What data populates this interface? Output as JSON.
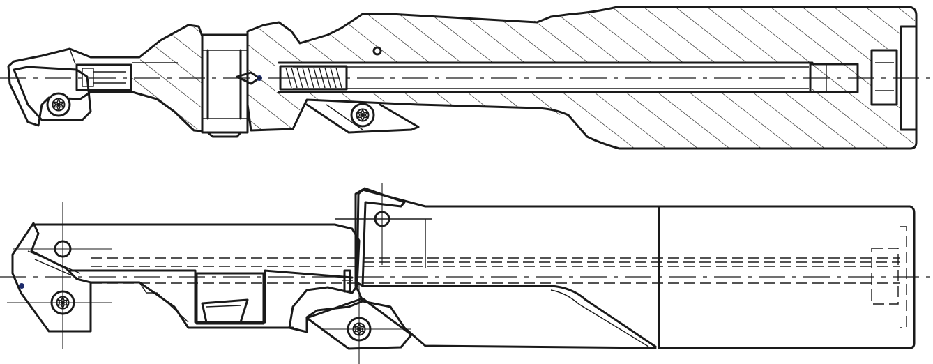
{
  "drawing": {
    "views": [
      {
        "id": "section-view",
        "kind": "longitudinal section"
      },
      {
        "id": "plan-view",
        "kind": "outside view"
      }
    ],
    "colors": {
      "line": "#1a1a1a",
      "background": "#ffffff",
      "accent_point": "#1c2a6b"
    },
    "features": {
      "inserts": [
        "front-insert-torx-icon",
        "rear-insert-torx-icon"
      ],
      "spring": "compression-spring",
      "screws": [
        "front-clamp-screw",
        "rear-adjust-screw"
      ]
    }
  }
}
